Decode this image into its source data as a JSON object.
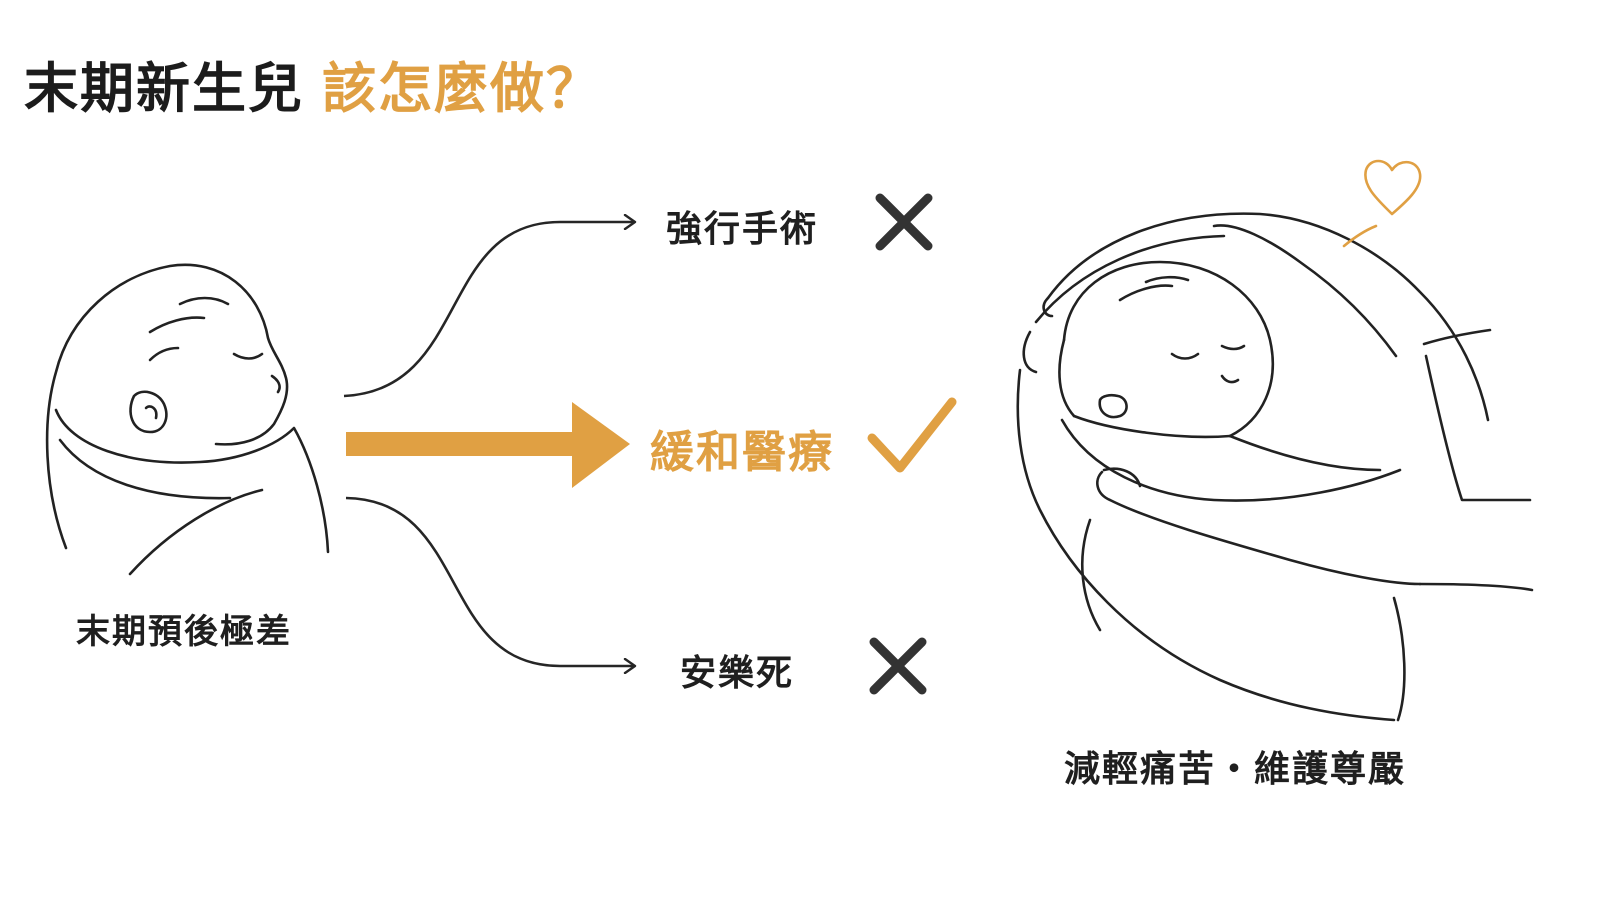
{
  "title": {
    "main": "末期新生兒",
    "accent": "該怎麼做？"
  },
  "newborn": {
    "label": "末期預後極差"
  },
  "options": [
    {
      "label": "強行手術",
      "verdict": "cross-icon"
    },
    {
      "label": "緩和醫療",
      "verdict": "check-icon"
    },
    {
      "label": "安樂死",
      "verdict": "cross-icon"
    }
  ],
  "goal": {
    "label": "減輕痛苦・維護尊嚴"
  },
  "colors": {
    "accent": "#e0a043",
    "ink": "#1f1f1f",
    "cross": "#333333"
  }
}
